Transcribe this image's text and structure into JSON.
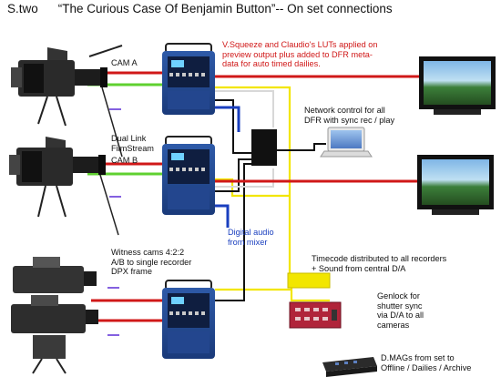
{
  "title": {
    "prefix": "S.two",
    "main": "“The Curious Case Of Benjamin Button”-- On set connections"
  },
  "labels": {
    "cam_a": "CAM A",
    "dual_link": "Dual Link\nFilmStream",
    "cam_b": "CAM B",
    "witness": "Witness cams 4:2:2\nA/B to single recorder\nDPX frame",
    "luts": "V.Squeeze and Claudio's LUTs applied on\npreview output plus added to DFR meta-\ndata for auto timed dailies.",
    "network": "Network control for all\nDFR with sync rec / play",
    "digital_audio": "Digital audio\nfrom mixer",
    "timecode": "Timecode distributed to all recorders\n+ Sound from central D/A",
    "genlock": "Genlock for\nshutter sync\nvia D/A to all\ncameras",
    "dmags": "D.MAGs from set to\nOffline / Dailies / Archive"
  },
  "colors": {
    "red": "#d01818",
    "green": "#5fd030",
    "blue": "#1a3fbf",
    "yellow": "#f2e600",
    "black": "#111111",
    "white_cable": "#d8d8d8"
  },
  "icons": {
    "camera": "film-camera-icon",
    "recorder": "dfr-recorder-icon",
    "monitor": "hd-monitor-icon",
    "laptop": "laptop-icon",
    "switch": "network-switch-icon",
    "distribution": "timecode-distribution-icon",
    "genlock": "genlock-box-icon",
    "dmag": "dmag-dock-icon"
  }
}
